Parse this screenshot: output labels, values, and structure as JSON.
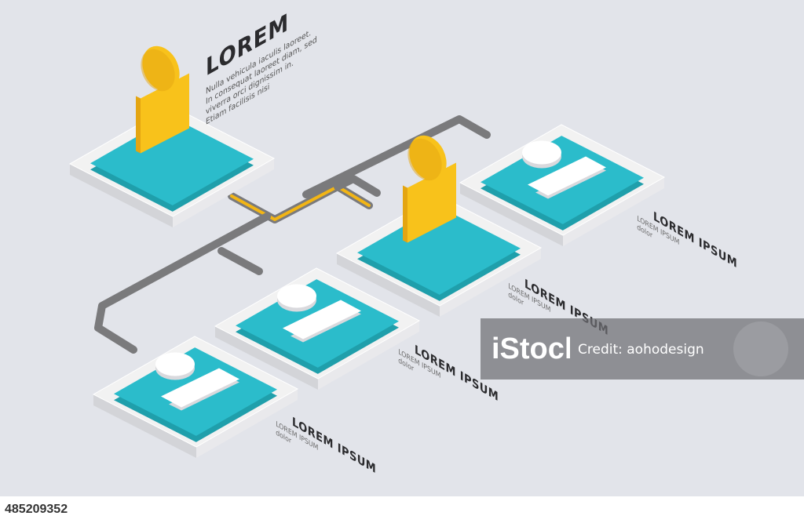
{
  "title": "LOREM",
  "body_lines": [
    "Nulla vehicula iaculis laoreet.",
    "In consequat laoreet diam, sed",
    "viverra orci dignissim in.",
    "Etiam facilisis nisi"
  ],
  "nodes": [
    {
      "role": "root",
      "highlight": true
    },
    {
      "role": "child",
      "highlight": true,
      "title": "LOREM IPSUM",
      "line1": "LOREM IPSUM",
      "line2": "dolor"
    },
    {
      "role": "child",
      "highlight": false,
      "title": "LOREM IPSUM",
      "line1": "LOREM IPSUM",
      "line2": "dolor"
    },
    {
      "role": "child",
      "highlight": false,
      "title": "LOREM IPSUM",
      "line1": "LOREM IPSUM",
      "line2": "dolor"
    },
    {
      "role": "child",
      "highlight": false,
      "title": "LOREM IPSUM",
      "line1": "LOREM IPSUM",
      "line2": "dolor"
    }
  ],
  "watermark": {
    "brand": "iStock",
    "credit": "Credit: aohodesign"
  },
  "image_id": "485209352",
  "colors": {
    "background": "#e2e4ea",
    "tile": "#2bbccb",
    "platform": "#f2f2f2",
    "highlight_person": "#f8c21b",
    "plain_person": "#ffffff",
    "connector": "#707070",
    "active_connector": "#f2b515"
  }
}
